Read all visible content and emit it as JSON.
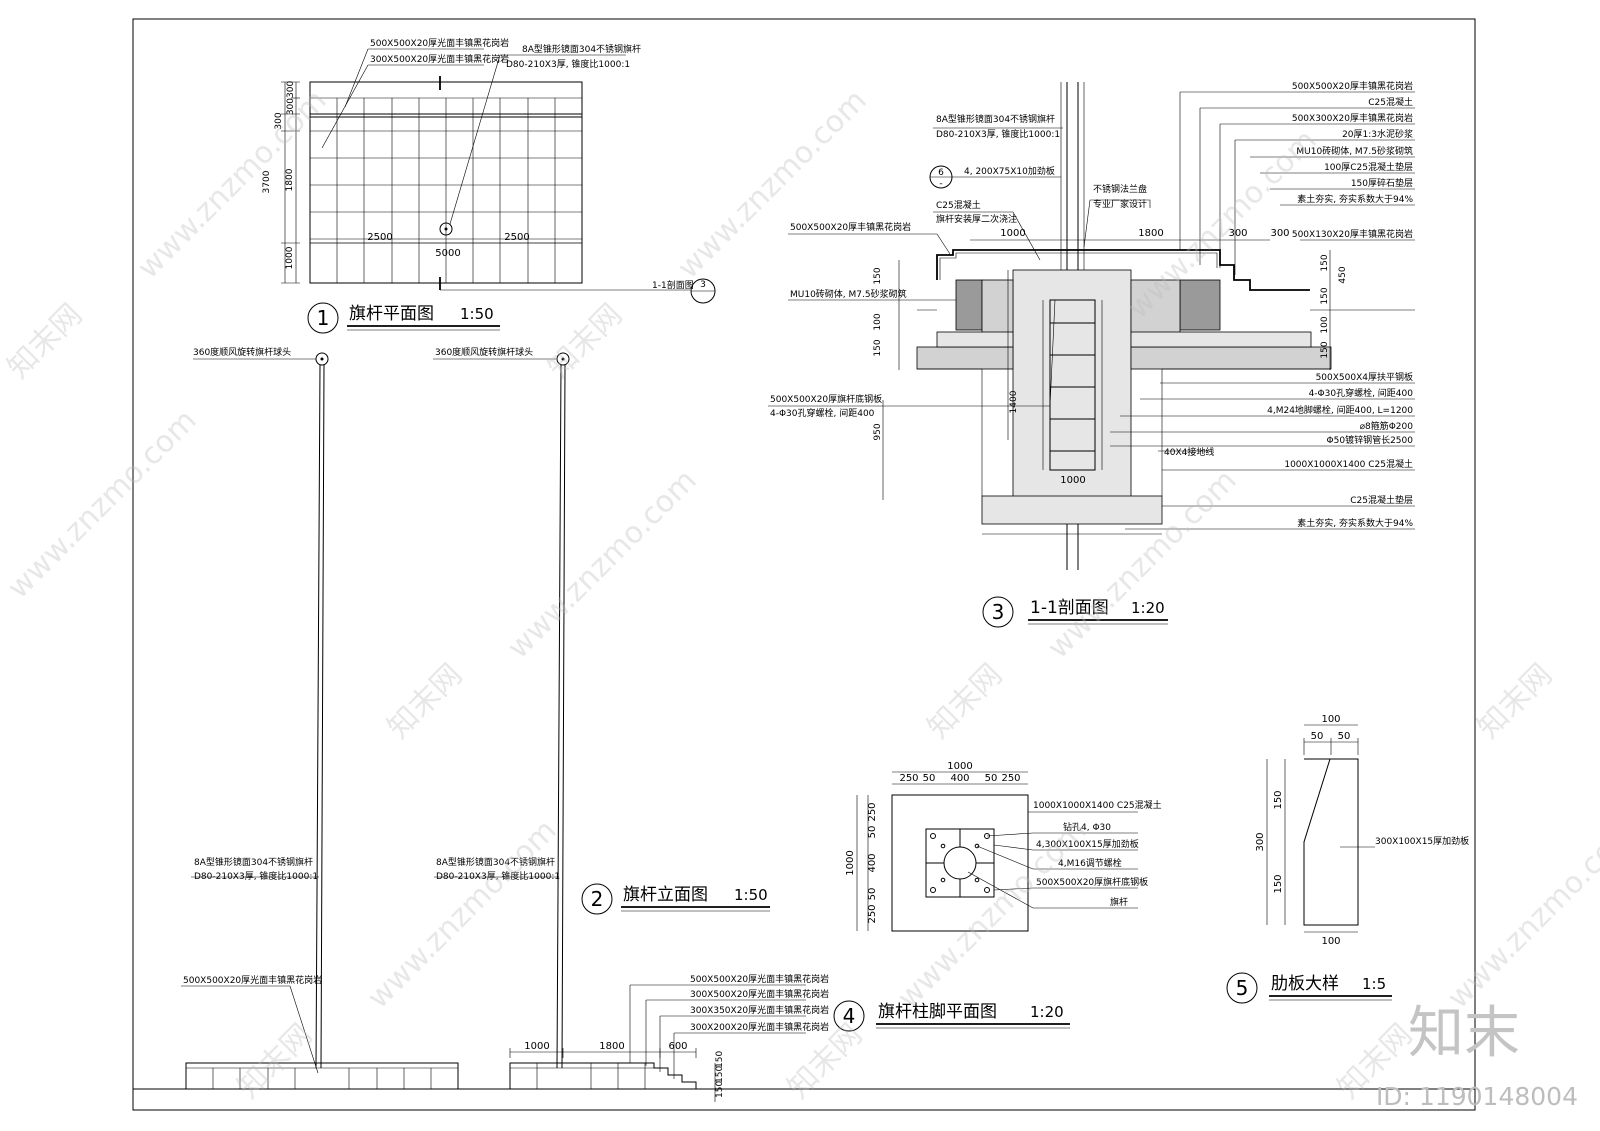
{
  "drawings": {
    "plan": {
      "number": "1",
      "title": "旗杆平面图",
      "scale": "1:50",
      "notes": [
        "500X500X20厚光面丰镇黑花岗岩",
        "300X500X20厚光面丰镇黑花岗岩",
        "8A型锥形镜面304不锈钢旗杆",
        "D80-210X3厚, 锥度比1000:1"
      ],
      "dims": [
        "2500",
        "2500",
        "5000",
        "3700",
        "1800",
        "1000",
        "300",
        "300300"
      ],
      "section_ref_label": "1-1剖面图",
      "section_ref_num": "3"
    },
    "elevation": {
      "number": "2",
      "title": "旗杆立面图",
      "scale": "1:50",
      "notes": [
        "360度顺风旋转旗杆球头",
        "8A型锥形镜面304不锈钢旗杆",
        "D80-210X3厚, 锥度比1000:1",
        "500X500X20厚光面丰镇黑花岗岩"
      ],
      "notes2": [
        "500X500X20厚光面丰镇黑花岗岩",
        "300X500X20厚光面丰镇黑花岗岩",
        "300X350X20厚光面丰镇黑花岗岩",
        "300X200X20厚光面丰镇黑花岗岩"
      ],
      "dims": [
        "1000",
        "1800",
        "600",
        "150",
        "150",
        "150"
      ]
    },
    "section": {
      "number": "3",
      "title": "1-1剖面图",
      "scale": "1:20",
      "notes_left": [
        "8A型锥形镜面304不锈钢旗杆",
        "D80-210X3厚, 锥度比1000:1",
        "4, 200X75X10加劲板",
        "C25混凝土",
        "旗杆安装厚二次浇注",
        "500X500X20厚丰镇黑花岗岩",
        "MU10砖砌体, M7.5砂浆砌筑",
        "500X500X20厚旗杆底钢板",
        "4-Φ30孔穿螺栓, 间距400"
      ],
      "notes_top": [
        "不锈钢法兰盘",
        "专业厂家设计"
      ],
      "callout_num": "6",
      "callout_sub": "-",
      "notes_right": [
        "500X500X20厚丰镇黑花岗岩",
        "C25混凝土",
        "500X300X20厚丰镇黑花岗岩",
        "20厚1:3水泥砂浆",
        "MU10砖砌体, M7.5砂浆砌筑",
        "100厚C25混凝土垫层",
        "150厚碎石垫层",
        "素土夯实, 夯实系数大于94%",
        "500X130X20厚丰镇黑花岗岩",
        "500X500X4厚扶平钢板",
        "4-Φ30孔穿螺栓, 间距400",
        "4,M24地脚螺栓, 间距400, L=1200",
        "⌀8箍筋Φ200",
        "Φ50镀锌钢管长2500",
        "40X4接地线",
        "1000X1000X1400  C25混凝土",
        "C25混凝土垫层",
        "素土夯实, 夯实系数大于94%"
      ],
      "dims": [
        "1000",
        "1800",
        "300",
        "300",
        "450",
        "150",
        "150",
        "150",
        "100",
        "150",
        "100",
        "150",
        "1400",
        "950",
        "1000"
      ]
    },
    "base_plan": {
      "number": "4",
      "title": "旗杆柱脚平面图",
      "scale": "1:20",
      "notes": [
        "1000X1000X1400  C25混凝土",
        "钻孔4, Φ30",
        "4,300X100X15厚加劲板",
        "4,M16调节螺栓",
        "500X500X20厚旗杆底钢板",
        "旗杆"
      ],
      "dims_top": [
        "1000",
        "250",
        "50",
        "400",
        "50",
        "250"
      ],
      "dims_left": [
        "1000",
        "250",
        "50",
        "400",
        "50",
        "250"
      ]
    },
    "rib": {
      "number": "5",
      "title": "肋板大样",
      "scale": "1:5",
      "notes": [
        "300X100X15厚加劲板"
      ],
      "dims": [
        "100",
        "50",
        "50",
        "300",
        "150",
        "150",
        "100"
      ]
    }
  },
  "watermark": {
    "site": "www.znzmo.com",
    "logo": "知末网",
    "brand": "知末",
    "id_label": "ID: 1190148004"
  }
}
